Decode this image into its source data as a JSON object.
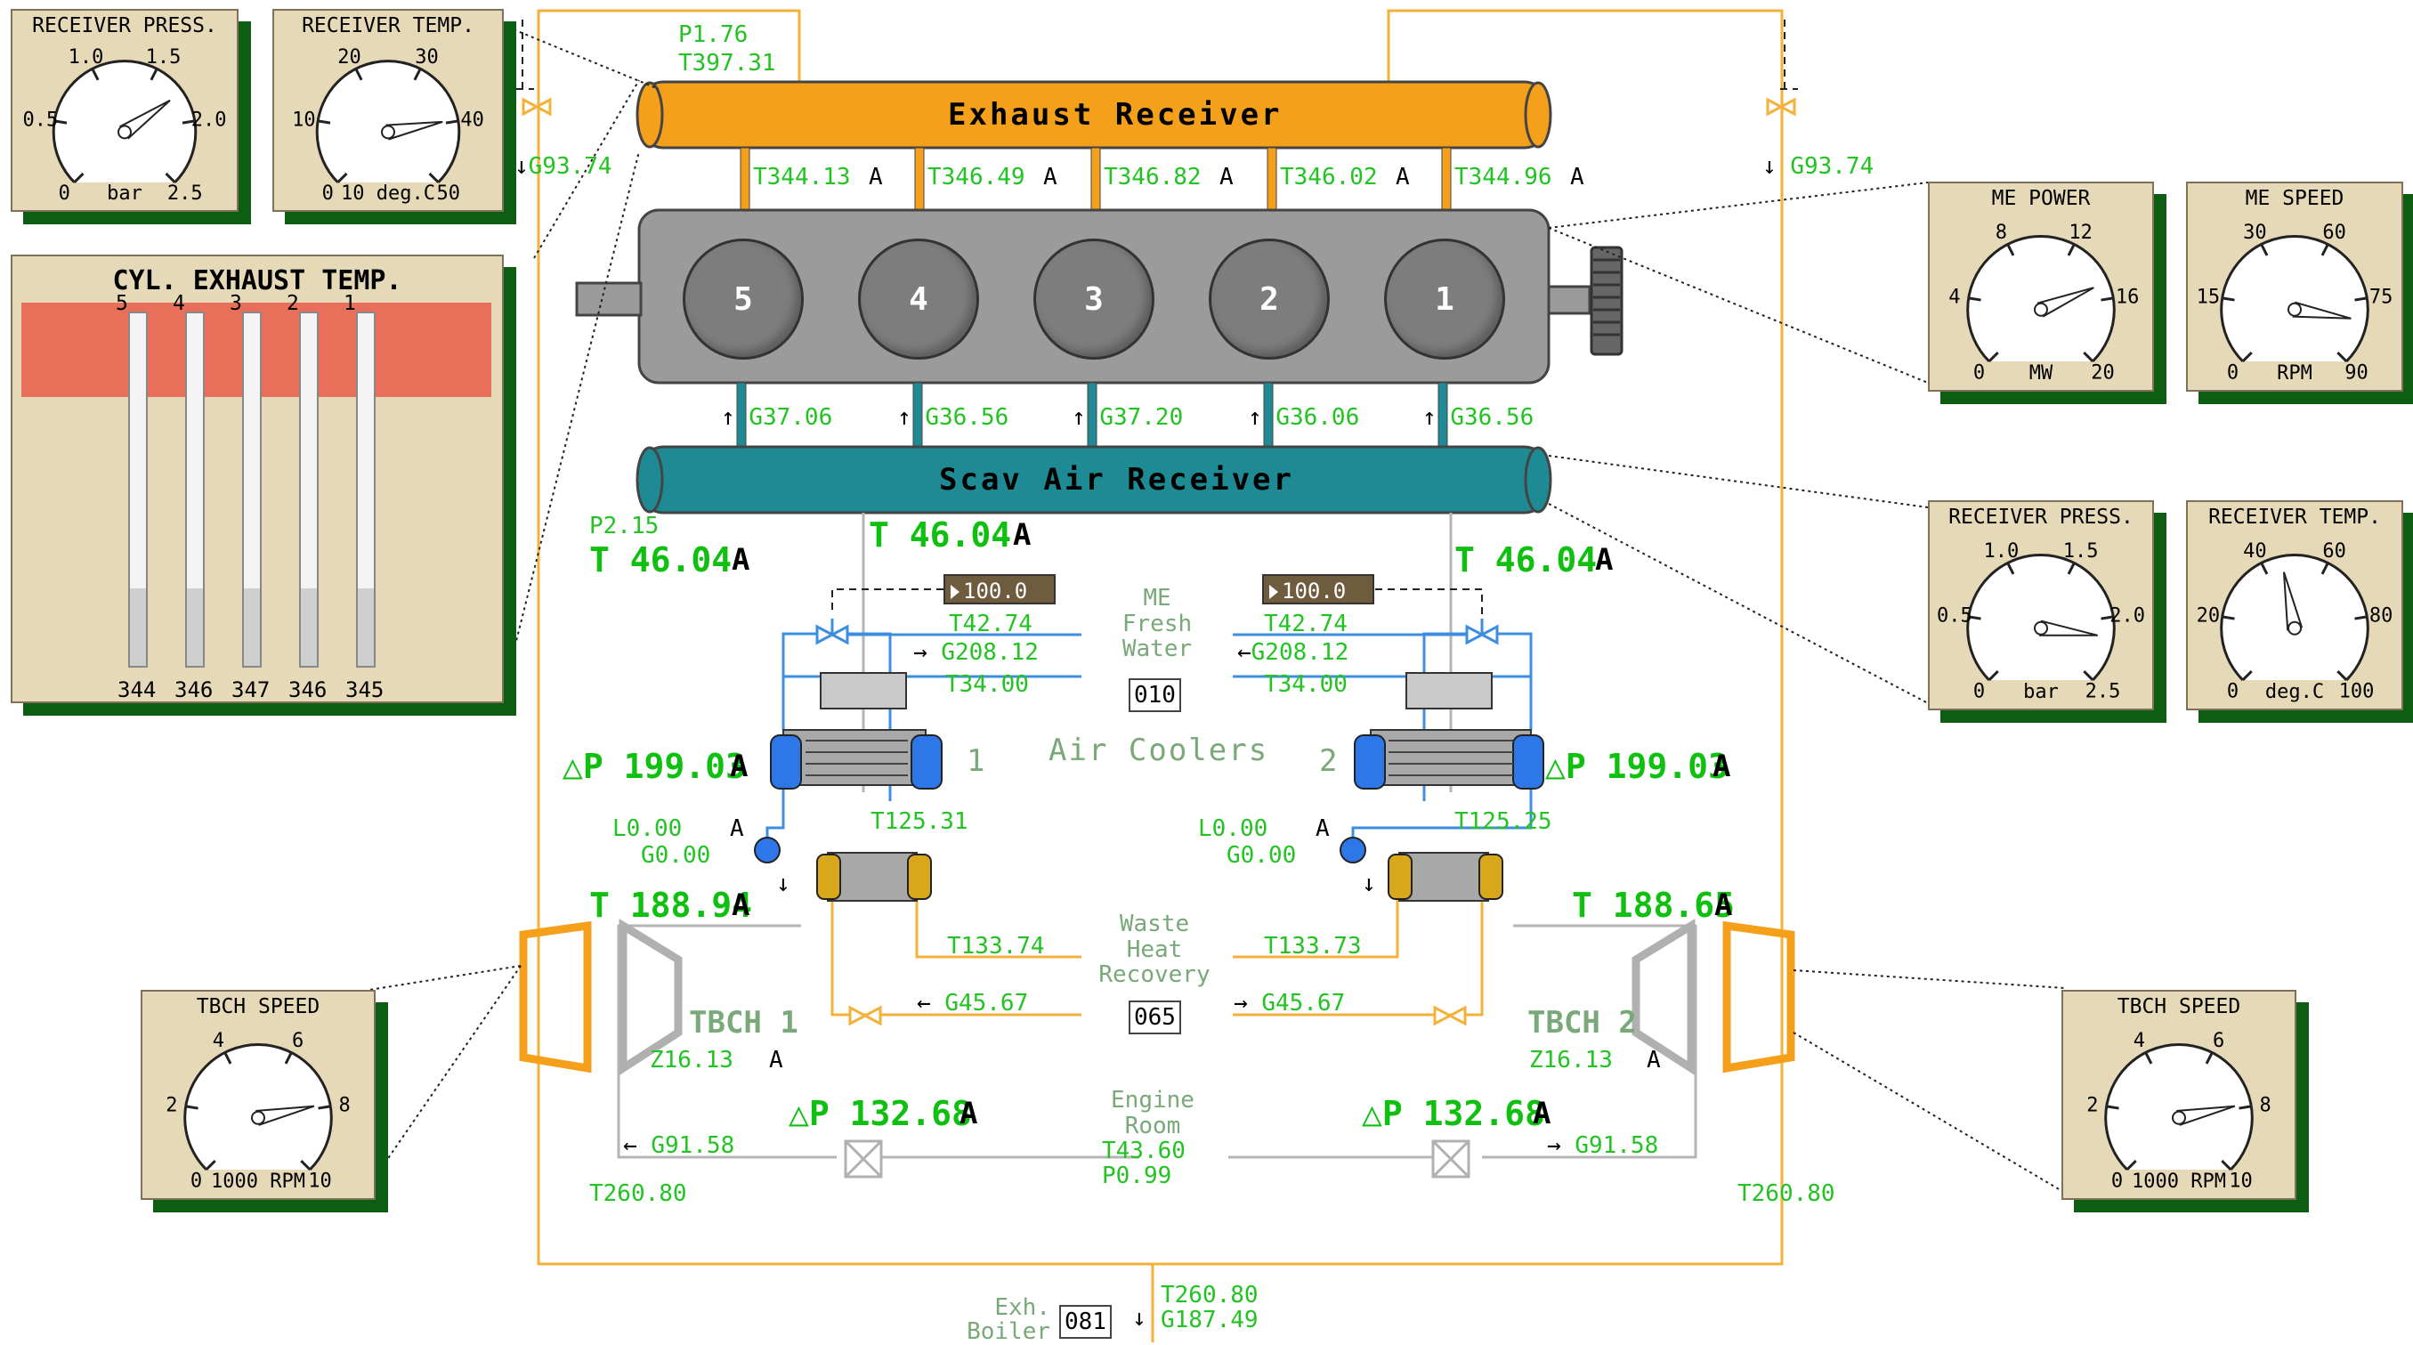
{
  "exhaust_receiver": {
    "title": "Exhaust Receiver",
    "p": "P1.76",
    "t": "T397.31"
  },
  "scav_receiver": {
    "title": "Scav Air Receiver",
    "p": "P2.15",
    "t": "T 46.04"
  },
  "exhaust_branches": [
    {
      "t": "T344.13",
      "mode": "A"
    },
    {
      "t": "T346.49",
      "mode": "A"
    },
    {
      "t": "T346.82",
      "mode": "A"
    },
    {
      "t": "T346.02",
      "mode": "A"
    },
    {
      "t": "T344.96",
      "mode": "A"
    }
  ],
  "cylinders": [
    "5",
    "4",
    "3",
    "2",
    "1"
  ],
  "scav_branches": [
    "G37.06",
    "G36.56",
    "G37.20",
    "G36.06",
    "G36.56"
  ],
  "side_flows": {
    "left_g": "G93.74",
    "right_g": "G93.74"
  },
  "mode_a": "A",
  "cooler_section": {
    "t_left": "T 46.04",
    "t_right": "T 46.04",
    "t_mid": "T 46.04",
    "setpoint_left": "100.0",
    "setpoint_right": "100.0",
    "fw_t_left": "T42.74",
    "fw_t_right": "T42.74",
    "fw_g_left": "G208.12",
    "fw_g_right": "G208.12",
    "fw_tin_left": "T34.00",
    "fw_tin_right": "T34.00",
    "me_fresh_water_label": "ME\nFresh\nWater",
    "fw_valve_id": "010",
    "air_coolers_label": "Air Coolers",
    "cooler1": "1",
    "cooler2": "2",
    "dp_left": "△P 199.03",
    "dp_right": "△P 199.03"
  },
  "wastes": {
    "l_left": "L0.00",
    "l_right": "L0.00",
    "g_left": "G0.00",
    "g_right": "G0.00",
    "t_left": "T125.31",
    "t_right": "T125.25",
    "tbch_t_left": "T 188.94",
    "tbch_t_right": "T 188.65",
    "whr_t_left": "T133.74",
    "whr_t_right": "T133.73",
    "whr_label": "Waste\nHeat\nRecovery",
    "whr_g_left": "G45.67",
    "whr_g_right": "G45.67",
    "whr_valve_id": "065"
  },
  "turbochargers": {
    "tbch1": "TBCH 1",
    "tbch2": "TBCH 2",
    "z_left": "Z16.13",
    "z_right": "Z16.13",
    "dp_left": "△P 132.68",
    "dp_right": "△P 132.68",
    "g_left": "G91.58",
    "g_right": "G91.58",
    "t_out_left": "T260.80",
    "t_out_right": "T260.80"
  },
  "engine_room": {
    "label": "Engine\nRoom",
    "t": "T43.60",
    "p": "P0.99"
  },
  "exh_boiler": {
    "label": "Exh.\nBoiler",
    "id": "081",
    "t": "T260.80",
    "g": "G187.49"
  },
  "gauges": {
    "receiver_press_top": {
      "title": "RECEIVER PRESS.",
      "unit": "bar",
      "ticks": [
        "0",
        "0.5",
        "1.0",
        "1.5",
        "2.0",
        "2.5"
      ],
      "min": 0,
      "max": 2.5,
      "value": 1.76
    },
    "receiver_temp_top": {
      "title": "RECEIVER TEMP.",
      "unit": "10 deg.C",
      "ticks": [
        "0",
        "10",
        "20",
        "30",
        "40",
        "50"
      ],
      "min": 0,
      "max": 50,
      "value": 39.7
    },
    "me_power": {
      "title": "ME POWER",
      "unit": "MW",
      "ticks": [
        "0",
        "4",
        "8",
        "12",
        "16",
        "20"
      ],
      "min": 0,
      "max": 20,
      "value": 15.0
    },
    "me_speed": {
      "title": "ME SPEED",
      "unit": "RPM",
      "ticks": [
        "0",
        "15",
        "30",
        "60",
        "75",
        "90"
      ],
      "min": 0,
      "max": 90,
      "value": 78
    },
    "receiver_press_right": {
      "title": "RECEIVER PRESS.",
      "unit": "bar",
      "ticks": [
        "0",
        "0.5",
        "1.0",
        "1.5",
        "2.0",
        "2.5"
      ],
      "min": 0,
      "max": 2.5,
      "value": 2.15
    },
    "receiver_temp_right": {
      "title": "RECEIVER TEMP.",
      "unit": "deg.C",
      "ticks": [
        "0",
        "20",
        "40",
        "60",
        "80",
        "100"
      ],
      "min": 0,
      "max": 100,
      "value": 46.0
    },
    "tbch_speed_left": {
      "title": "TBCH SPEED",
      "unit": "1000 RPM",
      "ticks": [
        "0",
        "2",
        "4",
        "6",
        "8",
        "10"
      ],
      "min": 0,
      "max": 10,
      "value": 7.9
    },
    "tbch_speed_right": {
      "title": "TBCH SPEED",
      "unit": "1000 RPM",
      "ticks": [
        "0",
        "2",
        "4",
        "6",
        "8",
        "10"
      ],
      "min": 0,
      "max": 10,
      "value": 7.9
    }
  },
  "cyl_exhaust_temp": {
    "title": "CYL. EXHAUST TEMP.",
    "cylinders": [
      "5",
      "4",
      "3",
      "2",
      "1"
    ],
    "values": [
      "344",
      "346",
      "347",
      "346",
      "345"
    ],
    "fill_fraction": [
      0.22,
      0.22,
      0.22,
      0.22,
      0.22
    ]
  },
  "colors": {
    "exhaust": "#f5a01a",
    "scav": "#1e8a94",
    "pipe_orange": "#f5b23a",
    "pipe_blue": "#3d8ee0",
    "panel": "#e6d9b8",
    "panel_shadow": "#0d5e12",
    "value_green": "#22c322",
    "alarm_band": "#e8705a"
  }
}
